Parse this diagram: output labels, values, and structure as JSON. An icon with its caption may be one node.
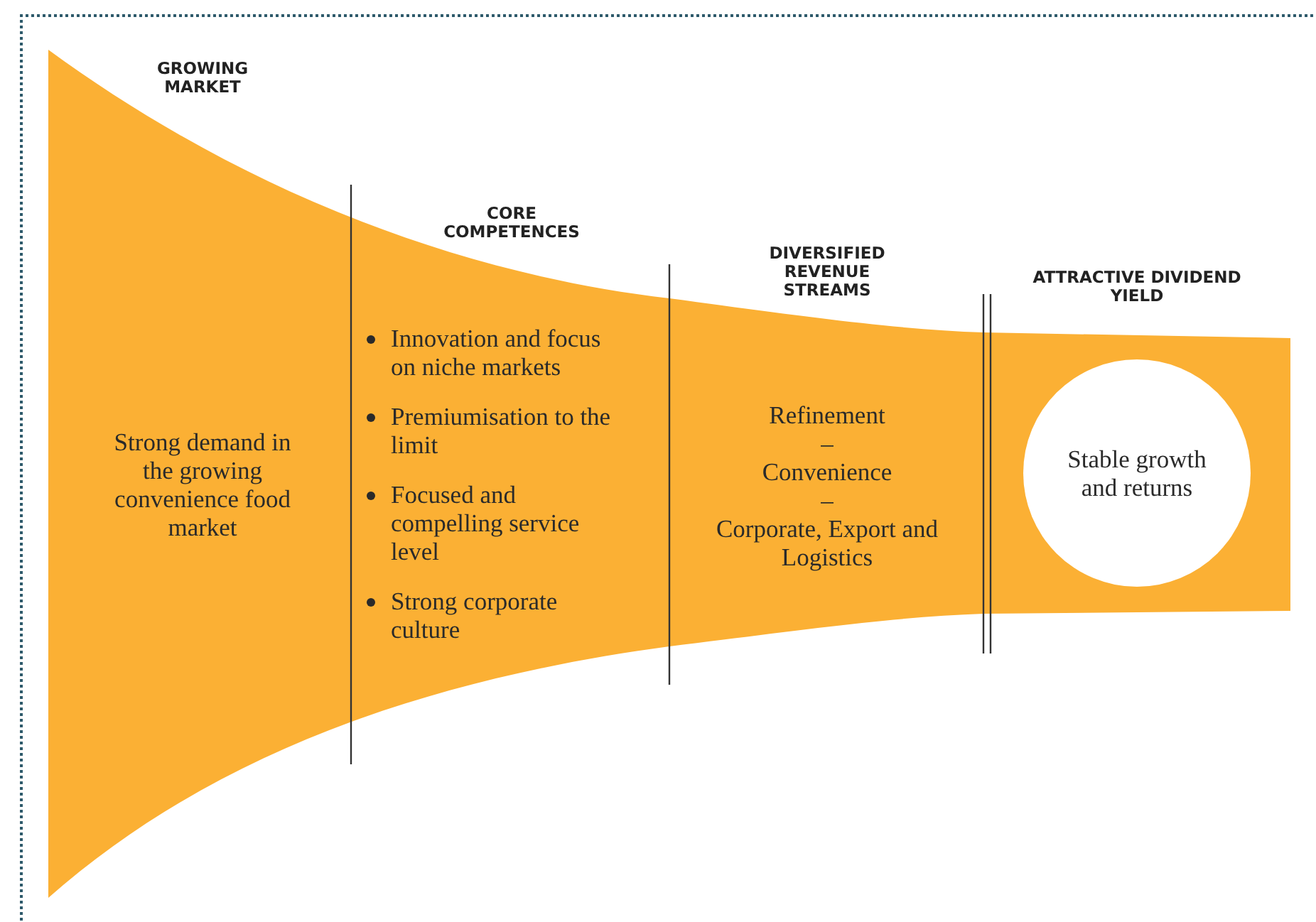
{
  "diagram": {
    "nodes": [
      {
        "text": [
          "GROWING MARKET",
          "Strong demand in the growing convenience food market"
        ]
      },
      {
        "text": [
          "CORE COMPETENCES",
          "Innovation and focus on niche markets",
          "Premiumisation to the limit",
          "Focused and compelling service level",
          "Strong corporate culture"
        ]
      },
      {
        "text": [
          "DIVERSIFIED REVENUE STREAMS",
          "Refinement",
          "–",
          "Convenience",
          "–",
          "Corporate, Export and Logistics"
        ]
      },
      {
        "text": [
          "ATTRACTIVE DIVIDEND YIELD"
        ]
      },
      {
        "text": [
          "Stable growth and returns"
        ],
        "in": 3
      }
    ]
  }
}
